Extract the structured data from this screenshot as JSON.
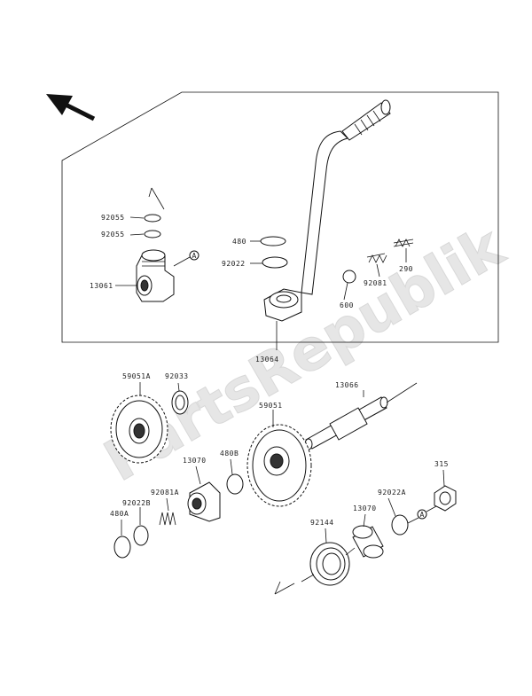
{
  "watermark": "PartsRepublik",
  "labels": {
    "p92055": "92055",
    "p92055b": "92055",
    "p13061": "13061",
    "pA1": "A",
    "p480": "480",
    "p92022": "92022",
    "p600": "600",
    "p92081": "92081",
    "p290": "290",
    "p13064": "13064",
    "p59051A": "59051A",
    "p92033": "92033",
    "p13066": "13066",
    "p59051": "59051",
    "p13070": "13070",
    "p480B": "480B",
    "p92022B": "92022B",
    "p92081A": "92081A",
    "p480A": "480A",
    "p92022A": "92022A",
    "pA2": "A",
    "p315": "315",
    "p13070b": "13070",
    "p92144": "92144"
  }
}
